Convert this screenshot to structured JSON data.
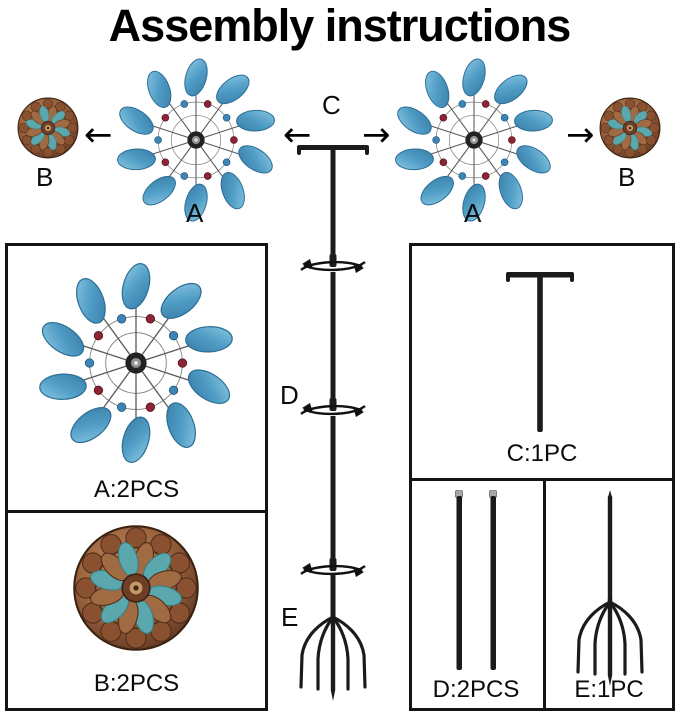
{
  "title": "Assembly instructions",
  "diagram": {
    "label_c": "C",
    "label_d": "D",
    "label_e": "E",
    "label_a_left": "A",
    "label_a_right": "A",
    "label_b_left": "B",
    "label_b_right": "B",
    "arrow_left_outer": "←",
    "arrow_left_inner": "←",
    "arrow_right_inner": "→",
    "arrow_right_outer": "→"
  },
  "panels": {
    "a_label": "A:2PCS",
    "b_label": "B:2PCS",
    "c_label": "C:1PC",
    "d_label": "D:2PCS",
    "e_label": "E:1PC"
  },
  "colors": {
    "petal_blue": "#4f9cc5",
    "bead_red": "#8d2436",
    "bead_blue": "#3d85b5",
    "copper": "#96603a",
    "patina_teal": "#5aa8ad",
    "pole_black": "#1b1b1b"
  }
}
